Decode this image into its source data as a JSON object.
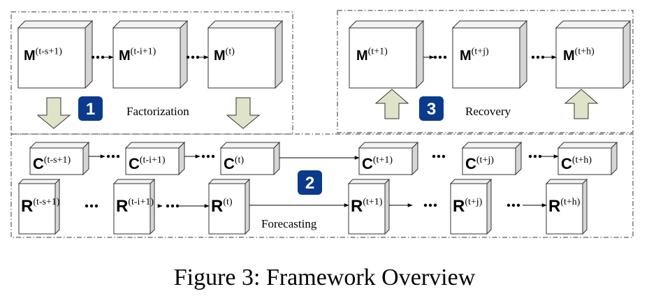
{
  "caption": "Figure 3: Framework Overview",
  "colors": {
    "badge": "#0b3a8c",
    "arrow_fill": "#dfe3c8",
    "box_front": "#ffffff",
    "box_side": "#d6d6d6"
  },
  "stages": [
    {
      "number": "1",
      "label": "Factorization"
    },
    {
      "number": "2",
      "label": "Forecasting"
    },
    {
      "number": "3",
      "label": "Recovery"
    }
  ],
  "rows": {
    "m_past": [
      {
        "base": "M",
        "sup": "(t-s+1)"
      },
      {
        "base": "M",
        "sup": "(t-i+1)"
      },
      {
        "base": "M",
        "sup": "(t)"
      }
    ],
    "m_future": [
      {
        "base": "M",
        "sup": "(t+1)"
      },
      {
        "base": "M",
        "sup": "(t+j)"
      },
      {
        "base": "M",
        "sup": "(t+h)"
      }
    ],
    "c_past": [
      {
        "base": "C",
        "sup": "(t-s+1)"
      },
      {
        "base": "C",
        "sup": "(t-i+1)"
      },
      {
        "base": "C",
        "sup": "(t)"
      }
    ],
    "c_future": [
      {
        "base": "C",
        "sup": "(t+1)"
      },
      {
        "base": "C",
        "sup": "(t+j)"
      },
      {
        "base": "C",
        "sup": "(t+h)"
      }
    ],
    "r_past": [
      {
        "base": "R",
        "sup": "(t-s+1)"
      },
      {
        "base": "R",
        "sup": "(t-i+1)"
      },
      {
        "base": "R",
        "sup": "(t)"
      }
    ],
    "r_future": [
      {
        "base": "R",
        "sup": "(t+1)"
      },
      {
        "base": "R",
        "sup": "(t+j)"
      },
      {
        "base": "R",
        "sup": "(t+h)"
      }
    ]
  }
}
